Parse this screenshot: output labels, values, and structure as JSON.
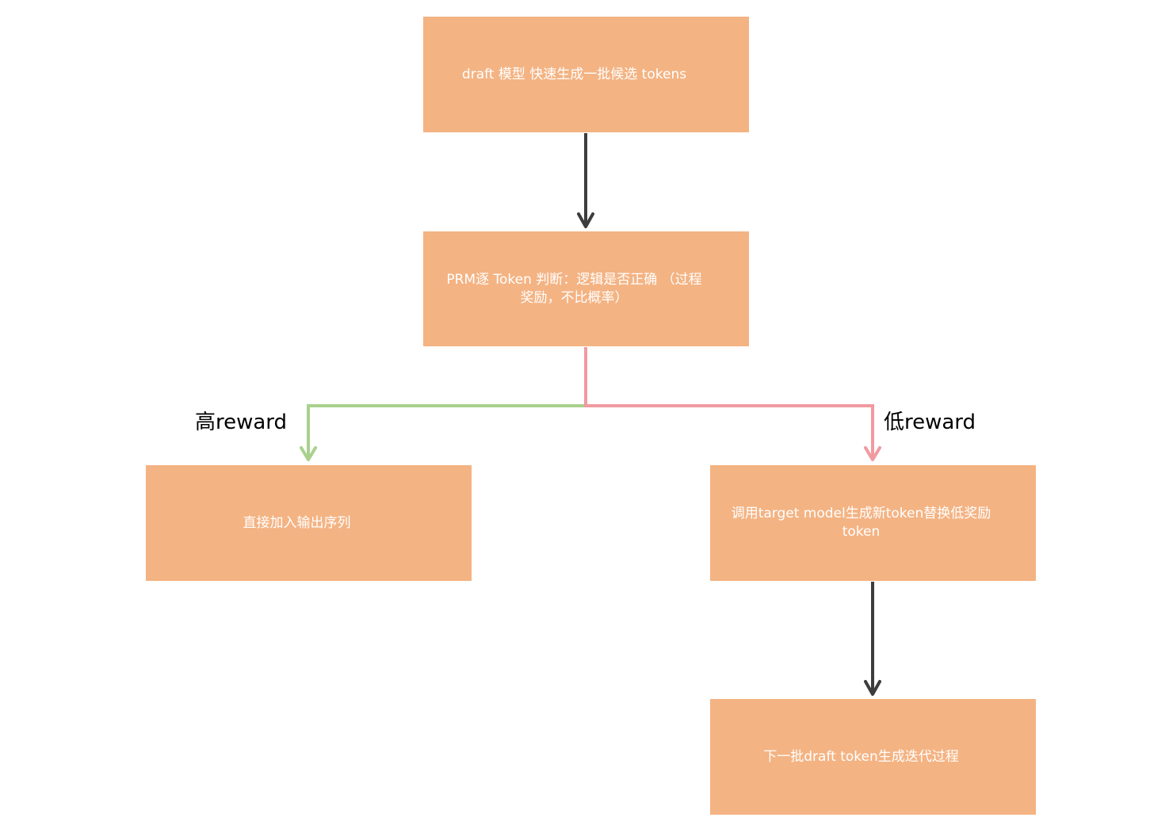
{
  "nodes": {
    "draft": "draft 模型 快速生成一批候选 tokens",
    "prm": "PRM逐 Token 判断：逻辑是否正确 （过程\n奖励，不比概率）",
    "direct": "直接加入输出序列",
    "replace": "调用target model生成新token替换低奖励\ntoken",
    "next": "下一批draft token生成迭代过程"
  },
  "edge_labels": {
    "high": "高reward",
    "low": "低reward"
  },
  "colors": {
    "node_fill": "#f4b383",
    "node_text": "#ffffff",
    "arrow_dark": "#3d3d3d",
    "arrow_high": "#a9d18e",
    "arrow_low": "#f19aa0"
  }
}
